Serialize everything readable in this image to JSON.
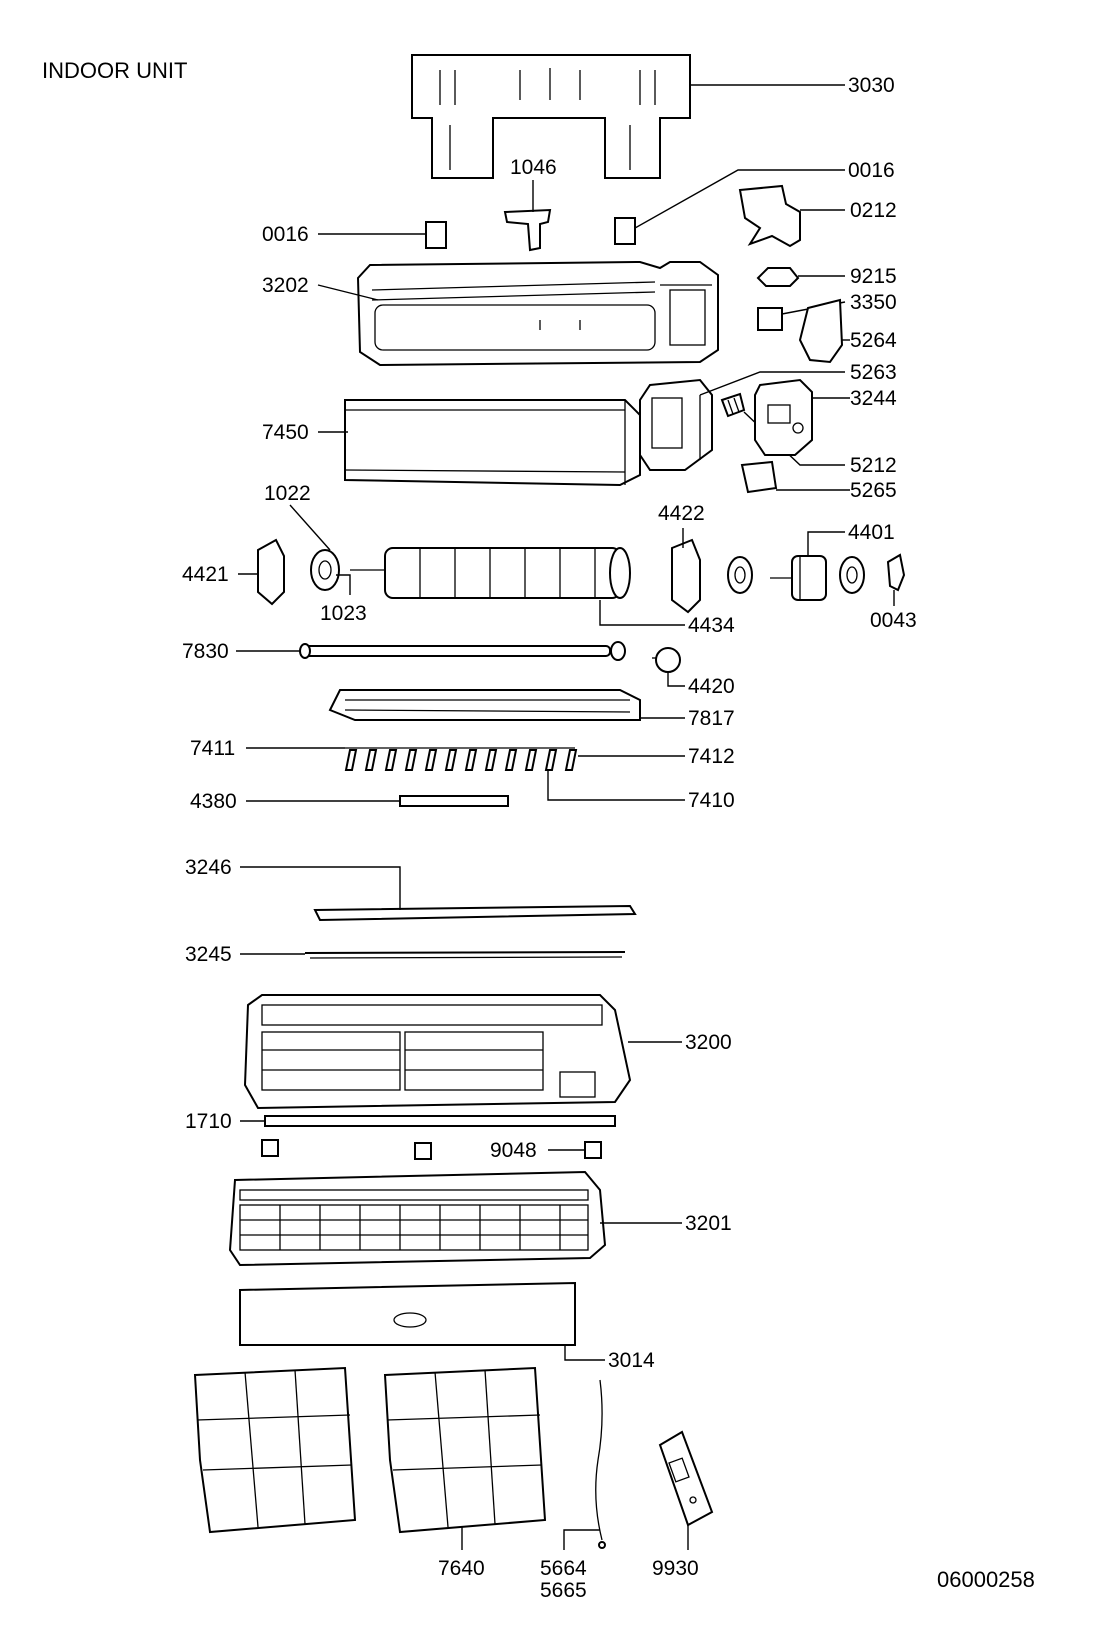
{
  "title": "INDOOR UNIT",
  "document_number": "06000258",
  "parts": {
    "p3030": "3030",
    "p1046": "1046",
    "p0016a": "0016",
    "p0016b": "0016",
    "p0212": "0212",
    "p3202": "3202",
    "p9215": "9215",
    "p3350": "3350",
    "p5264": "5264",
    "p5263": "5263",
    "p3244": "3244",
    "p7450": "7450",
    "p5212": "5212",
    "p5265": "5265",
    "p1022": "1022",
    "p4422": "4422",
    "p4401": "4401",
    "p4421": "4421",
    "p1023": "1023",
    "p4434": "4434",
    "p0043": "0043",
    "p7830": "7830",
    "p4420": "4420",
    "p7817": "7817",
    "p7411": "7411",
    "p7412": "7412",
    "p7410": "7410",
    "p4380": "4380",
    "p3246": "3246",
    "p3245": "3245",
    "p3200": "3200",
    "p1710": "1710",
    "p9048": "9048",
    "p3201": "3201",
    "p3014": "3014",
    "p7640": "7640",
    "p5664": "5664",
    "p5665": "5665",
    "p9930": "9930"
  }
}
